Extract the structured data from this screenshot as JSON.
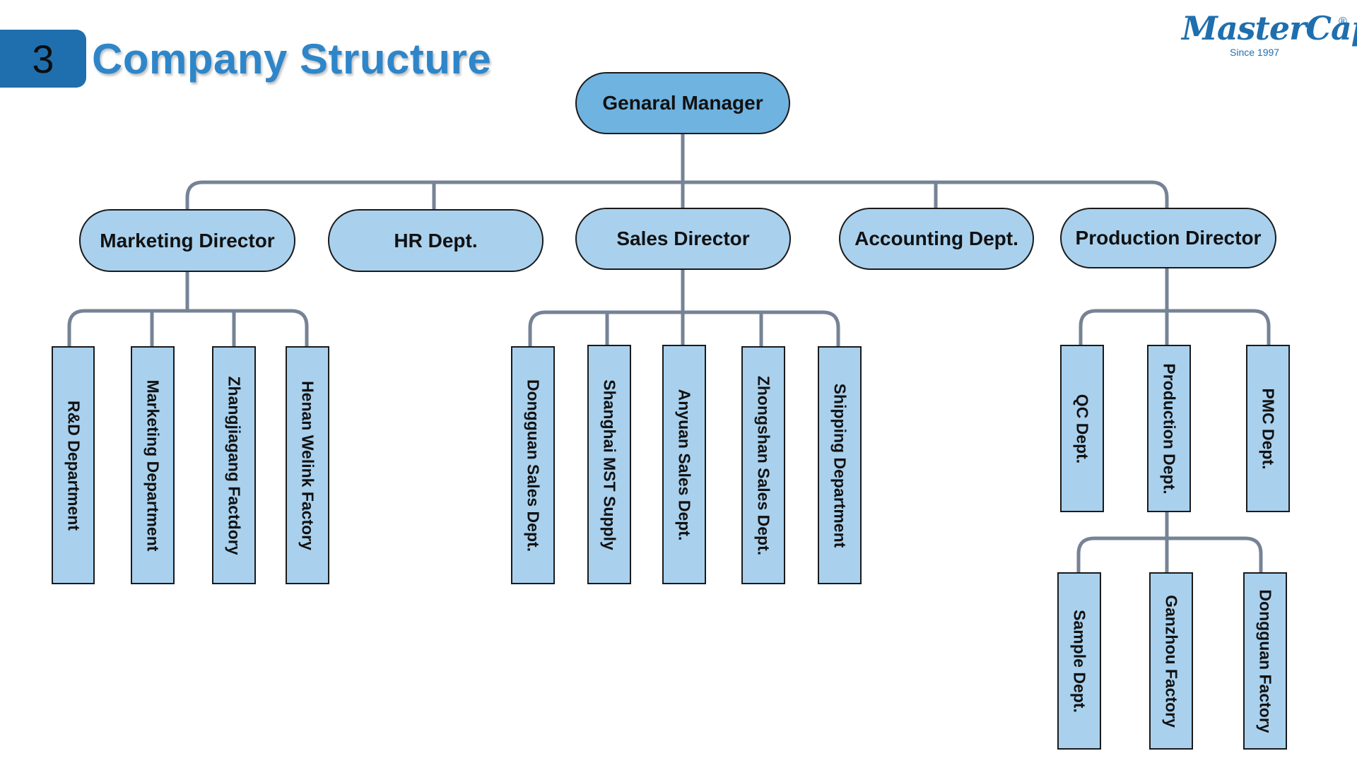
{
  "header": {
    "section_number": "3",
    "title": "Company Structure"
  },
  "logo": {
    "name": "MasterCap",
    "registered_mark": "®",
    "tagline": "Since 1997"
  },
  "colors": {
    "title": "#2e86c9",
    "badge": "#1f6fae",
    "root_fill": "#6fb3e0",
    "node_fill": "#a9d1ee",
    "connector": "#768396",
    "border": "#1a1a1a"
  },
  "org": {
    "root": "Genaral Manager",
    "directors": [
      {
        "label": "Marketing Director",
        "units": [
          "R&D Department",
          "Marketing Department",
          "Zhangjiagang Factdory",
          "Henan Welink Factory"
        ]
      },
      {
        "label": "HR Dept.",
        "units": []
      },
      {
        "label": "Sales Director",
        "units": [
          "Dongguan Sales Dept.",
          "Shanghai MST Supply",
          "Anyuan Sales Dept.",
          "Zhongshan Sales Dept.",
          "Shipping Department"
        ]
      },
      {
        "label": "Accounting Dept.",
        "units": []
      },
      {
        "label": "Production Director",
        "units": [
          "QC Dept.",
          "Production Dept.",
          "PMC Dept."
        ],
        "sub_units": [
          "Sample Dept.",
          "Ganzhou Factory",
          "Dongguan Factory"
        ]
      }
    ]
  }
}
